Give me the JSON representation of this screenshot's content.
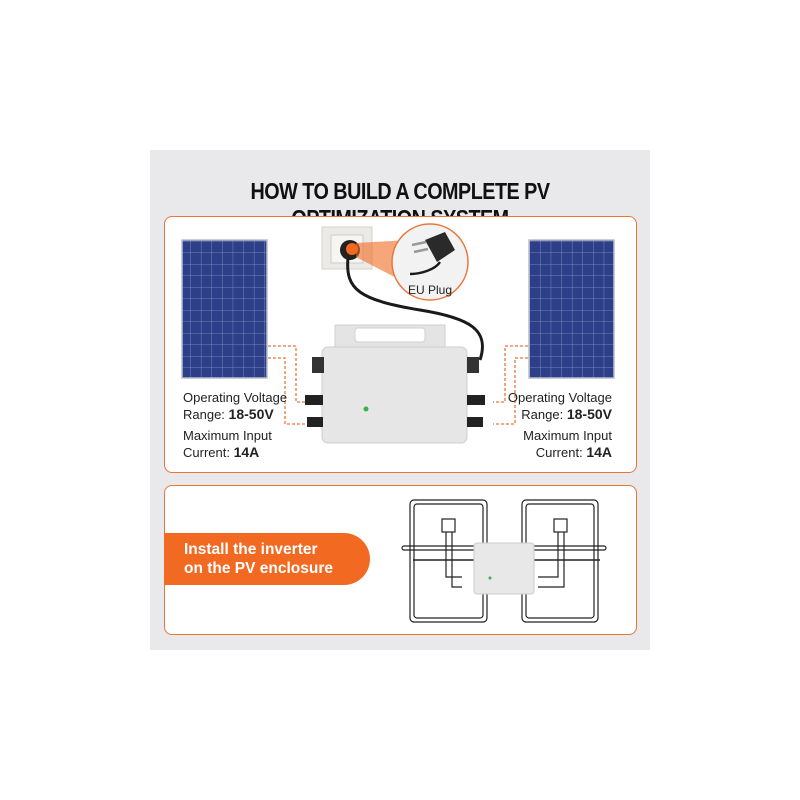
{
  "title": "HOW TO BUILD A COMPLETE PV OPTIMIZATION SYSTEM",
  "plug_label": "EU Plug",
  "left_spec": {
    "voltage_label": "Operating Voltage",
    "range_label": "Range:",
    "range_value": "18-50V",
    "current_label1": "Maximum Input",
    "current_label2": "Current:",
    "current_value": "14A"
  },
  "right_spec": {
    "voltage_label": "Operating Voltage",
    "range_label": "Range:",
    "range_value": "18-50V",
    "current_label1": "Maximum Input",
    "current_label2": "Current:",
    "current_value": "14A"
  },
  "install_text_line1": "Install the inverter",
  "install_text_line2": "on the PV enclosure",
  "colors": {
    "accent": "#f26a21",
    "panel": "#2b3f86",
    "background": "#e9e9eb"
  }
}
